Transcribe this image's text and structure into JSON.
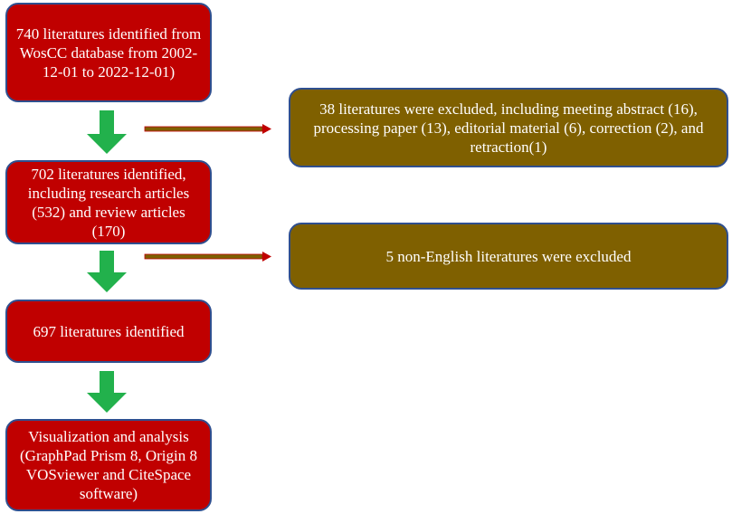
{
  "flow": {
    "step1": "740 literatures identified from WosCC database from 2002-12-01 to 2022-12-01)",
    "step2": "702 literatures identified, including research articles (532) and review articles (170)",
    "step3": "697 literatures identified",
    "step4": "Visualization and analysis (GraphPad Prism 8, Origin 8 VOSviewer and CiteSpace software)"
  },
  "exclusions": {
    "exclusion1": "38 literatures were excluded, including meeting abstract (16), processing paper (13), editorial material (6), correction (2), and retraction(1)",
    "exclusion2": "5 non-English literatures were excluded"
  },
  "colors": {
    "flow_box": "#c00000",
    "exclusion_box": "#7f6000",
    "box_border": "#2f4f8f",
    "down_arrow": "#22b14c",
    "side_arrow": "#7f6000",
    "side_arrow_head": "#c00000"
  }
}
